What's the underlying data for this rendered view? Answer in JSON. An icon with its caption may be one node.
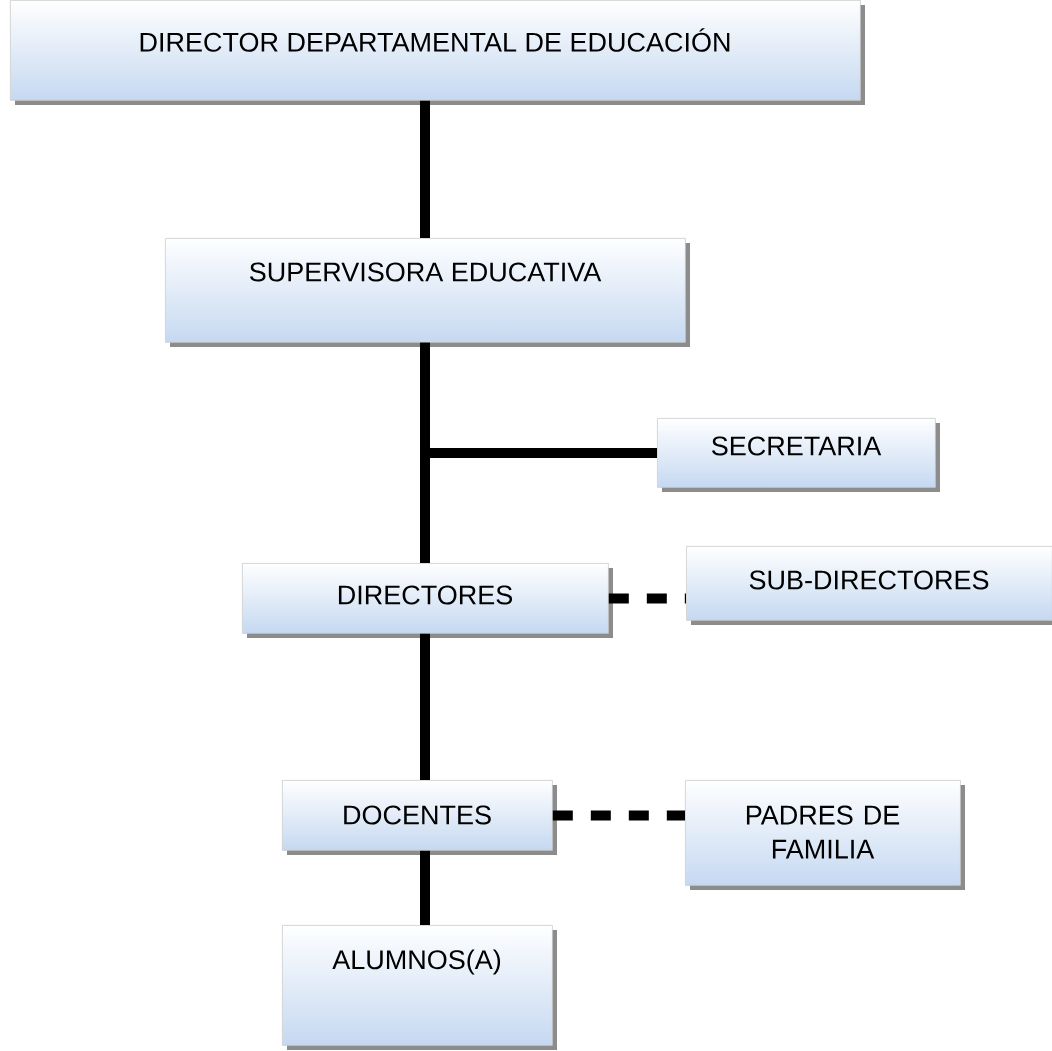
{
  "diagram": {
    "nodes": [
      {
        "text": [
          "DIRECTOR DEPARTAMENTAL DE EDUCACIÓN"
        ]
      },
      {
        "text": [
          "SUPERVISORA EDUCATIVA"
        ]
      },
      {
        "text": [
          "SECRETARIA"
        ]
      },
      {
        "text": [
          "DIRECTORES"
        ]
      },
      {
        "text": [
          "SUB-DIRECTORES"
        ]
      },
      {
        "text": [
          "DOCENTES"
        ]
      },
      {
        "text": [
          "PADRES DE FAMILIA"
        ]
      },
      {
        "text": [
          "ALUMNOS(A)"
        ]
      }
    ],
    "edges": [
      {
        "from": 0,
        "to": 1,
        "arrow": "none"
      },
      {
        "from": 1,
        "to": 3,
        "arrow": "none"
      },
      {
        "from": 1,
        "to": 2,
        "arrow": "none"
      },
      {
        "from": 3,
        "to": 4,
        "arrow": "none",
        "style": "dashed"
      },
      {
        "from": 3,
        "to": 5,
        "arrow": "none"
      },
      {
        "from": 5,
        "to": 6,
        "arrow": "none",
        "style": "dashed"
      },
      {
        "from": 5,
        "to": 7,
        "arrow": "none"
      }
    ]
  }
}
